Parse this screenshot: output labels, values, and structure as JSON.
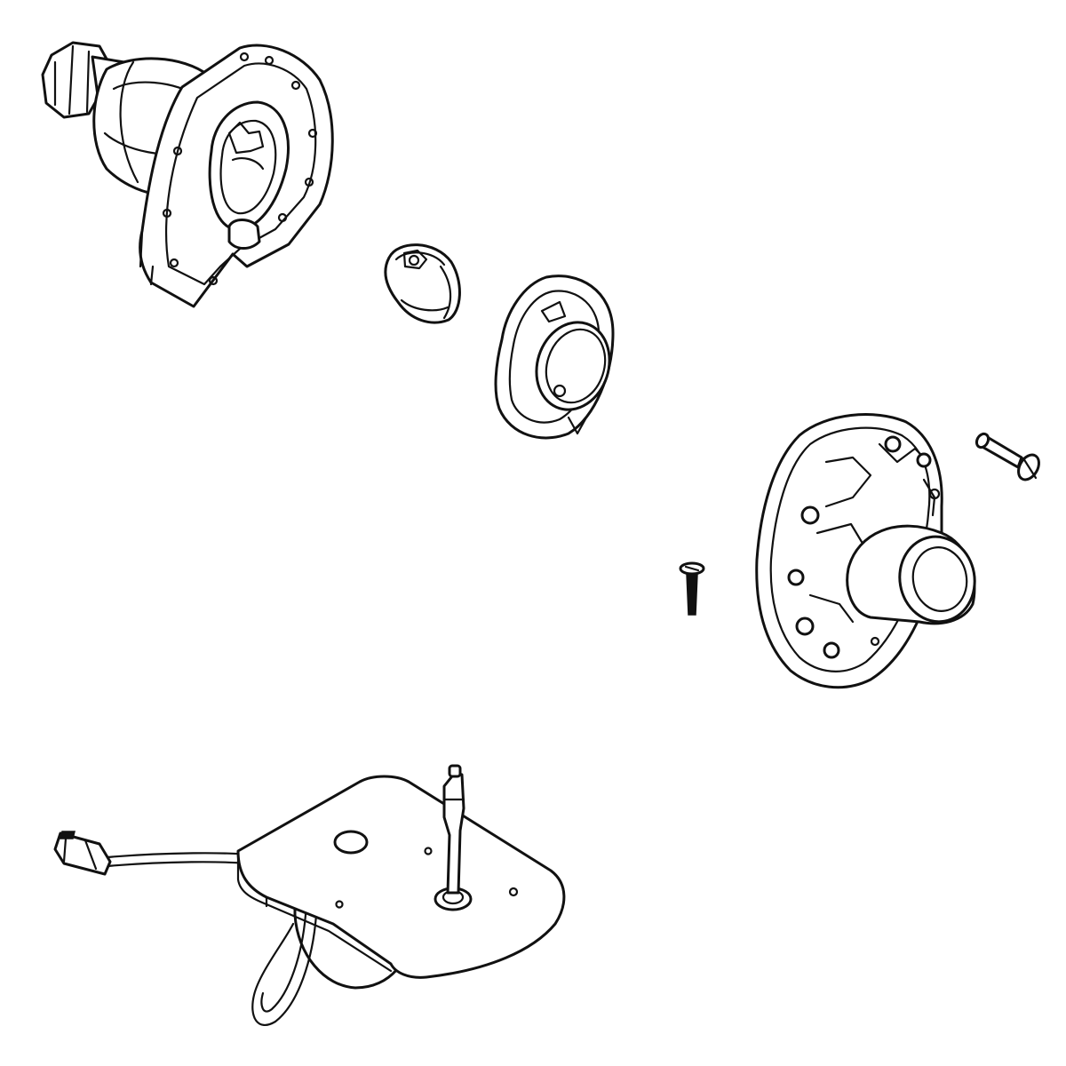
{
  "diagram": {
    "type": "exploded-parts-view",
    "line_color": "#111111",
    "background": "#ffffff",
    "parts": [
      {
        "id": "valve-body",
        "shape": "flanged-valve-body"
      },
      {
        "id": "cam-cartridge",
        "shape": "small-cam"
      },
      {
        "id": "bezel-ring",
        "shape": "oval-bezel"
      },
      {
        "id": "handle-housing",
        "shape": "housing"
      },
      {
        "id": "long-screw",
        "shape": "screw"
      },
      {
        "id": "short-screw",
        "shape": "screw"
      },
      {
        "id": "motor-plate",
        "shape": "motor-with-cable"
      }
    ]
  }
}
